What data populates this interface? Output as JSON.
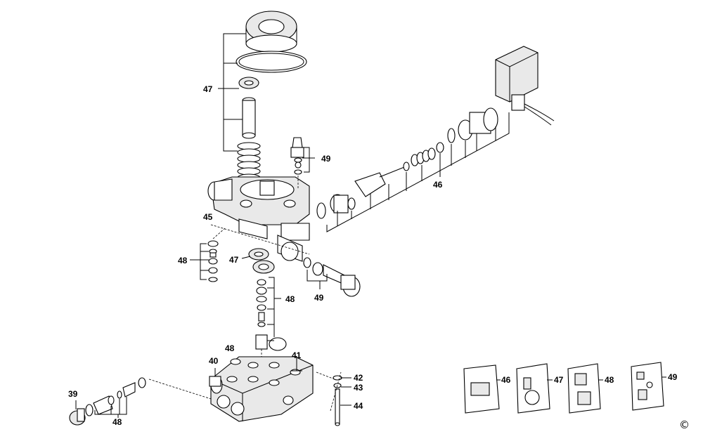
{
  "callouts": {
    "c47a": "47",
    "c49a": "49",
    "c46": "46",
    "c45": "45",
    "c48a": "48",
    "c47b": "47",
    "c48b": "48",
    "c49b": "49",
    "c48c": "48",
    "c40": "40",
    "c41": "41",
    "c42": "42",
    "c43": "43",
    "c44": "44",
    "c39": "39",
    "c48d": "48"
  },
  "kits": [
    "46",
    "47",
    "48",
    "49"
  ],
  "copyright": "©"
}
